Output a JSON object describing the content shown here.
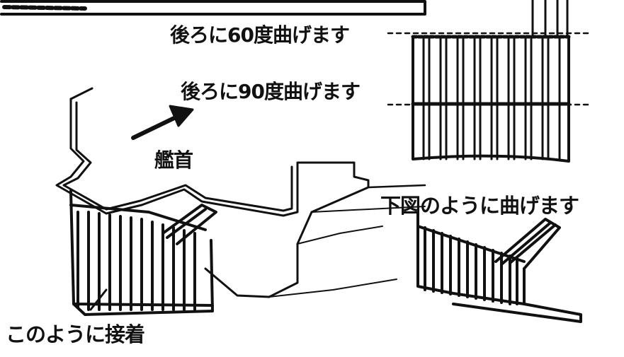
{
  "labels": {
    "bend_back_60": "後ろに60度曲げます",
    "bend_back_90": "後ろに90度曲げます",
    "bow": "艦首",
    "bend_as_below": "下図のように曲げます",
    "glue_like_this": "このように接着"
  },
  "colors": {
    "ink": "#111111",
    "paper": "#ffffff"
  }
}
